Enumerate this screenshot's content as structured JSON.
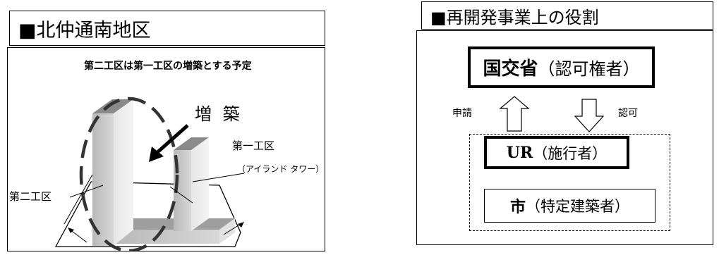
{
  "left": {
    "title": "■北仲通南地区",
    "caption": "第二工区は第一工区の増築とする予定",
    "extension_label": "増 築",
    "block1_label": "第一工区",
    "block1_sub": "（アイランド タワー）",
    "block2_label": "第二工区"
  },
  "right": {
    "title": "■再開発事業上の役割",
    "authority": {
      "name": "国交省",
      "role": "（認可権者）"
    },
    "apply_label": "申請",
    "approve_label": "認可",
    "implementer": {
      "name": "UR",
      "role": "（施行者）"
    },
    "city": {
      "name": "市",
      "role": "（特定建築者）"
    }
  }
}
